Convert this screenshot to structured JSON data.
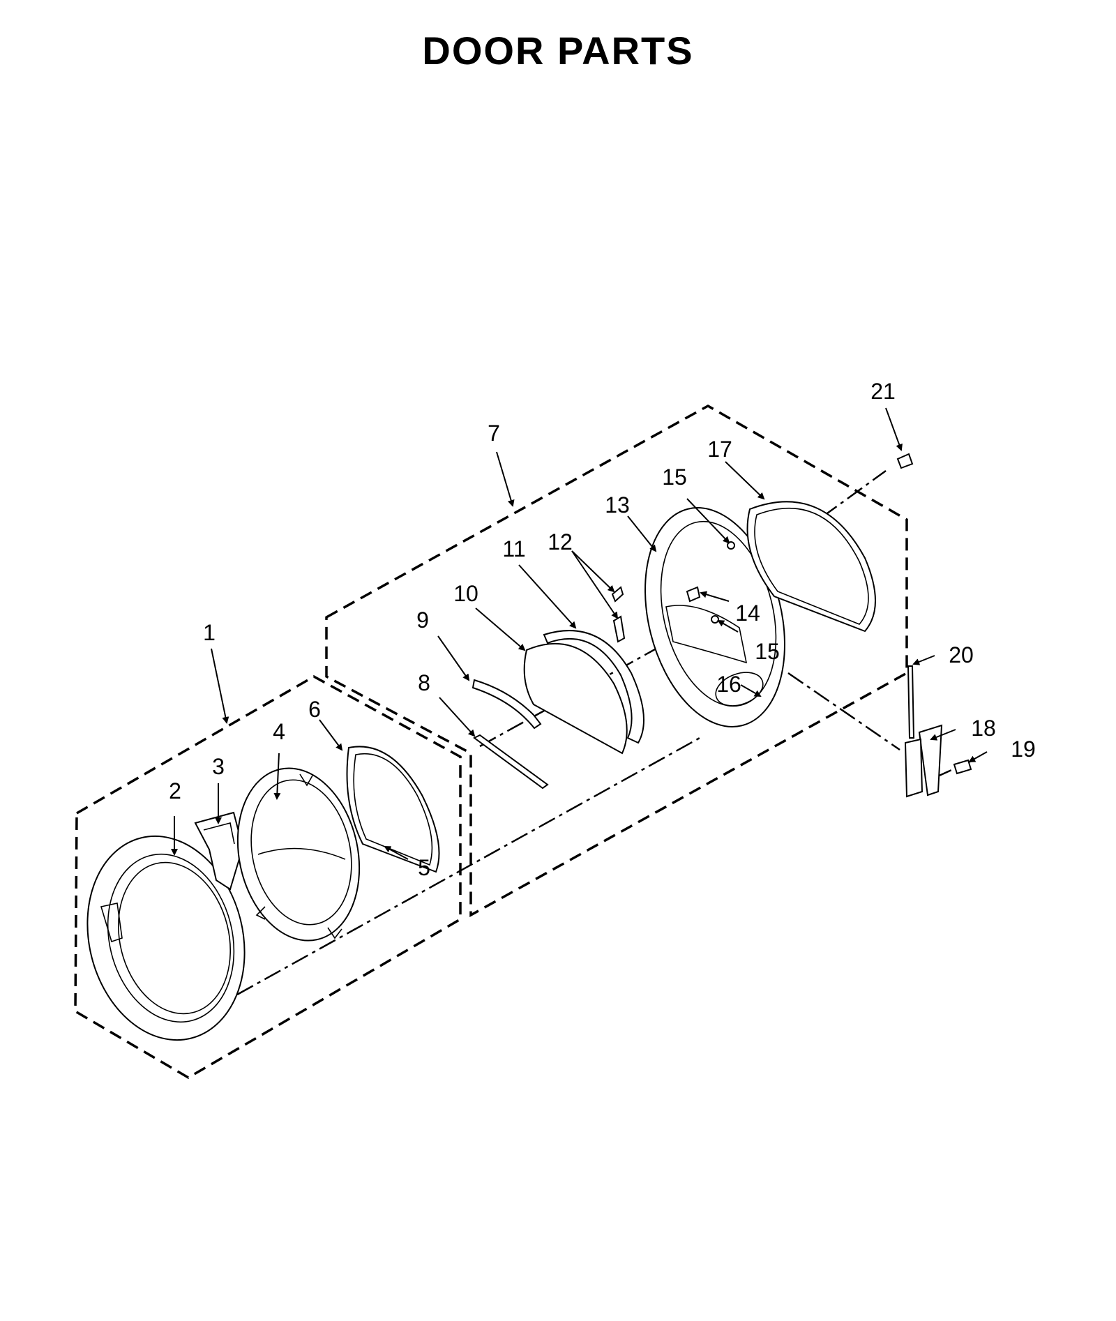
{
  "title": "DOOR PARTS",
  "callouts": {
    "c1": "1",
    "c2": "2",
    "c3": "3",
    "c4": "4",
    "c5": "5",
    "c6": "6",
    "c7": "7",
    "c8": "8",
    "c9": "9",
    "c10": "10",
    "c11": "11",
    "c12": "12",
    "c13": "13",
    "c14": "14",
    "c15a": "15",
    "c15b": "15",
    "c16": "16",
    "c17": "17",
    "c18": "18",
    "c19": "19",
    "c20": "20",
    "c21": "21"
  }
}
